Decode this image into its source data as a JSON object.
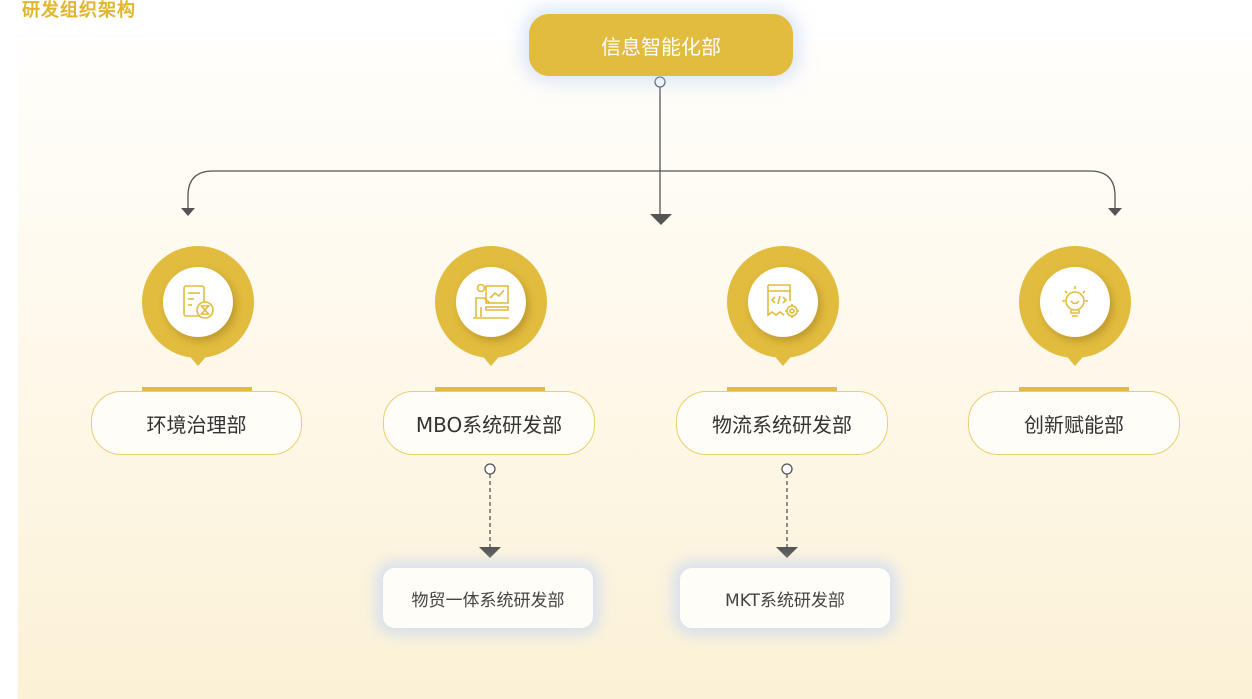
{
  "header": {
    "title": "研发组织架构"
  },
  "root": {
    "label": "信息智能化部"
  },
  "departments": [
    {
      "label": "环境治理部",
      "icon": "document-hourglass-icon"
    },
    {
      "label": "MBO系统研发部",
      "icon": "presentation-board-icon"
    },
    {
      "label": "物流系统研发部",
      "icon": "code-gear-icon"
    },
    {
      "label": "创新赋能部",
      "icon": "lightbulb-icon"
    }
  ],
  "sub_departments": [
    {
      "label": "物贸一体系统研发部",
      "parent": "MBO系统研发部"
    },
    {
      "label": "MKT系统研发部",
      "parent": "物流系统研发部"
    }
  ],
  "colors": {
    "accent": "#e2bc3e",
    "title": "#e0b62c",
    "line": "#555555"
  }
}
